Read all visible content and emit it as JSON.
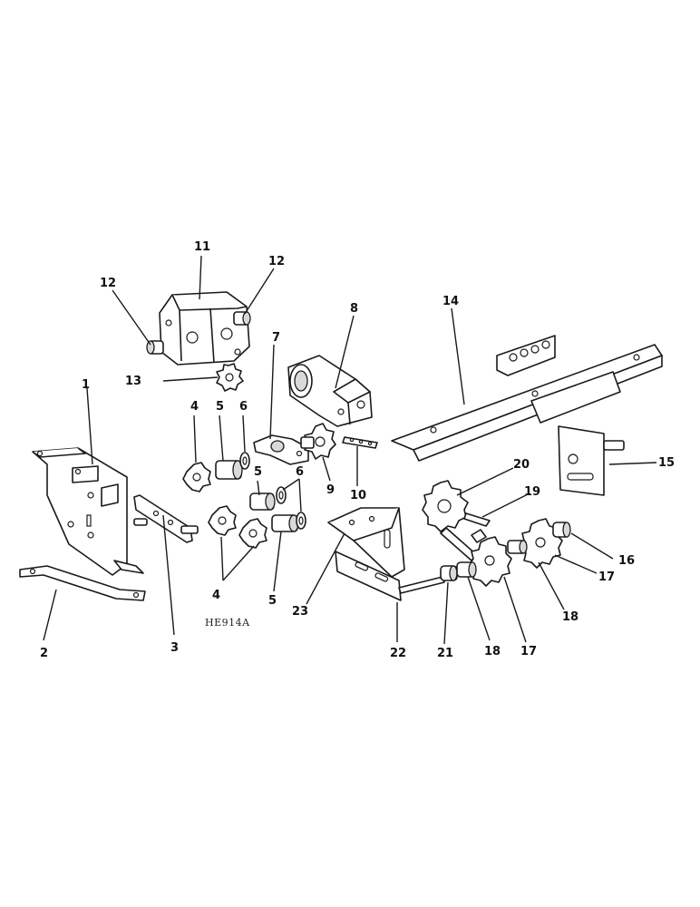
{
  "drawing_id": "HE914A",
  "callouts": {
    "c1": "1",
    "c2": "2",
    "c3": "3",
    "c4a": "4",
    "c4b": "4",
    "c5a": "5",
    "c5b": "5",
    "c5c": "5",
    "c6a": "6",
    "c6b": "6",
    "c7": "7",
    "c8": "8",
    "c9": "9",
    "c10": "10",
    "c11": "11",
    "c12a": "12",
    "c12b": "12",
    "c13": "13",
    "c14": "14",
    "c15": "15",
    "c16": "16",
    "c17a": "17",
    "c17b": "17",
    "c18a": "18",
    "c18b": "18",
    "c19": "19",
    "c20": "20",
    "c21": "21",
    "c22": "22",
    "c23": "23"
  }
}
